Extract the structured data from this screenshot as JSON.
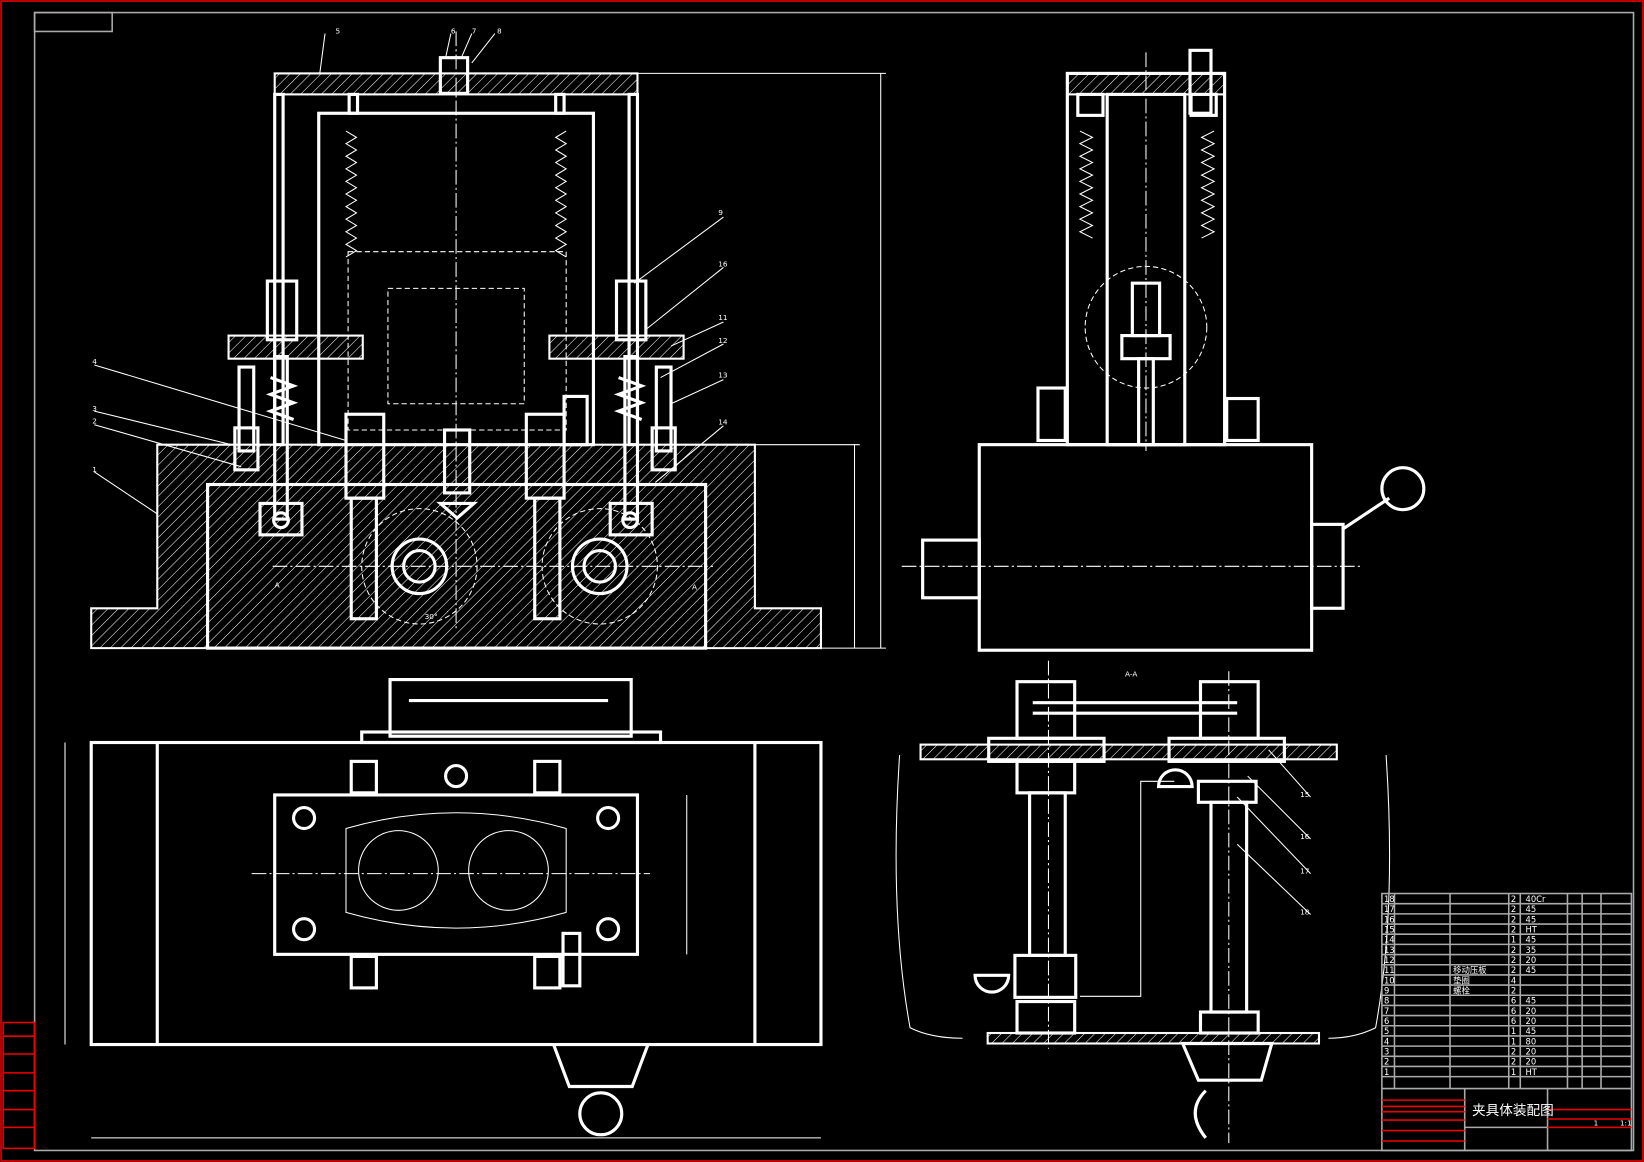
{
  "drawing": {
    "title": "夹具体装配图",
    "scale": "1:1",
    "sheet_count": "1",
    "section_label": "A-A",
    "section_mark": "A",
    "angle_label": "30°"
  },
  "callouts": [
    "1",
    "2",
    "3",
    "4",
    "5",
    "6",
    "7",
    "8",
    "9",
    "16",
    "11",
    "12",
    "13",
    "14",
    "15",
    "16",
    "17",
    "18"
  ],
  "parts_list": [
    {
      "no": "18",
      "name": "",
      "qty": "2",
      "material": "40Cr"
    },
    {
      "no": "17",
      "name": "",
      "qty": "2",
      "material": "45"
    },
    {
      "no": "16",
      "name": "",
      "qty": "2",
      "material": "45"
    },
    {
      "no": "15",
      "name": "",
      "qty": "2",
      "material": "HT"
    },
    {
      "no": "14",
      "name": "",
      "qty": "1",
      "material": "45"
    },
    {
      "no": "13",
      "name": "",
      "qty": "2",
      "material": "35"
    },
    {
      "no": "12",
      "name": "",
      "qty": "2",
      "material": "20"
    },
    {
      "no": "11",
      "name": "移动压板",
      "qty": "2",
      "material": "45"
    },
    {
      "no": "10",
      "name": "垫圈",
      "qty": "4",
      "material": ""
    },
    {
      "no": "9",
      "name": "螺栓",
      "qty": "2",
      "material": ""
    },
    {
      "no": "8",
      "name": "",
      "qty": "6",
      "material": "45"
    },
    {
      "no": "7",
      "name": "",
      "qty": "6",
      "material": "20"
    },
    {
      "no": "6",
      "name": "",
      "qty": "6",
      "material": "20"
    },
    {
      "no": "5",
      "name": "",
      "qty": "1",
      "material": "45"
    },
    {
      "no": "4",
      "name": "",
      "qty": "1",
      "material": "80"
    },
    {
      "no": "3",
      "name": "",
      "qty": "2",
      "material": "20"
    },
    {
      "no": "2",
      "name": "",
      "qty": "2",
      "material": "20"
    },
    {
      "no": "1",
      "name": "",
      "qty": "1",
      "material": "HT"
    }
  ],
  "colors": {
    "background": "#000000",
    "lines": "#ffffff",
    "frame": "#e00000"
  }
}
